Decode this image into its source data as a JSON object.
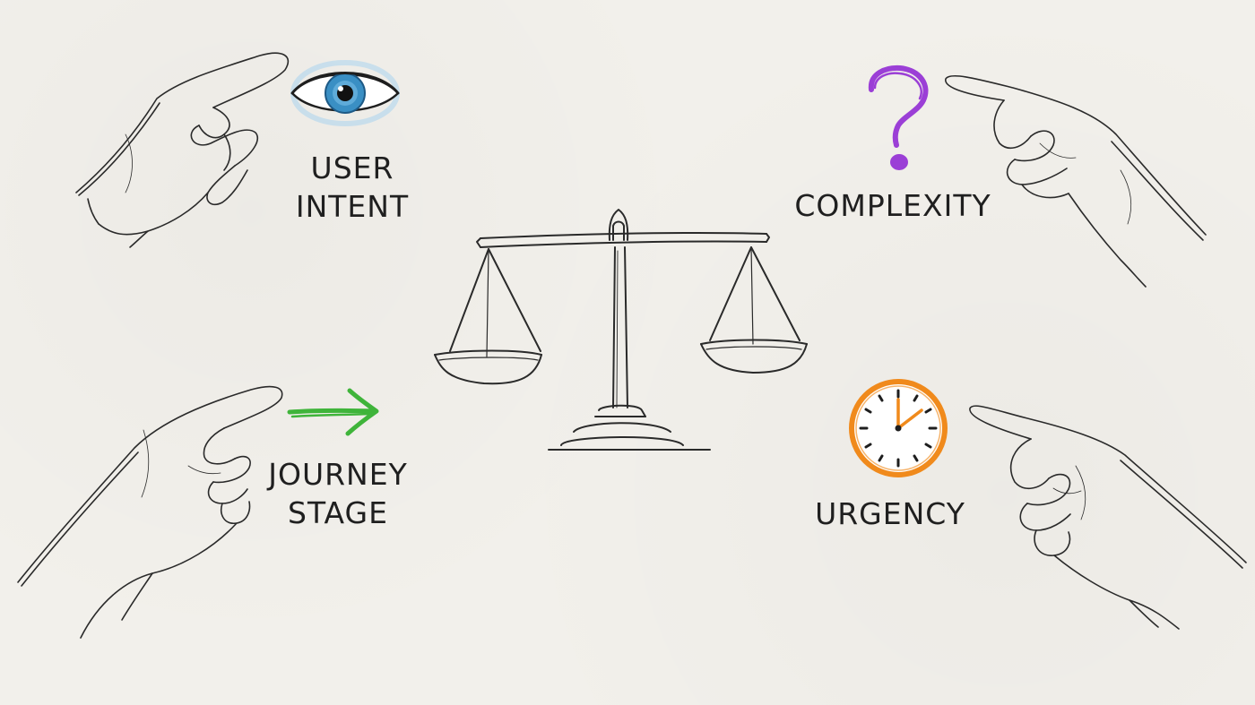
{
  "factors": {
    "user_intent": {
      "line1": "USER",
      "line2": "INTENT",
      "icon": "eye-icon",
      "color": "#3a8fc4"
    },
    "complexity": {
      "line1": "COMPLEXITY",
      "icon": "question-mark-icon",
      "color": "#9b3fd6"
    },
    "journey_stage": {
      "line1": "JOURNEY",
      "line2": "STAGE",
      "icon": "arrow-right-icon",
      "color": "#3fb43a"
    },
    "urgency": {
      "line1": "URGENCY",
      "icon": "clock-icon",
      "color": "#f08a1c"
    }
  },
  "center_icon": "balance-scale-icon",
  "ink_color": "#2a2a2a"
}
